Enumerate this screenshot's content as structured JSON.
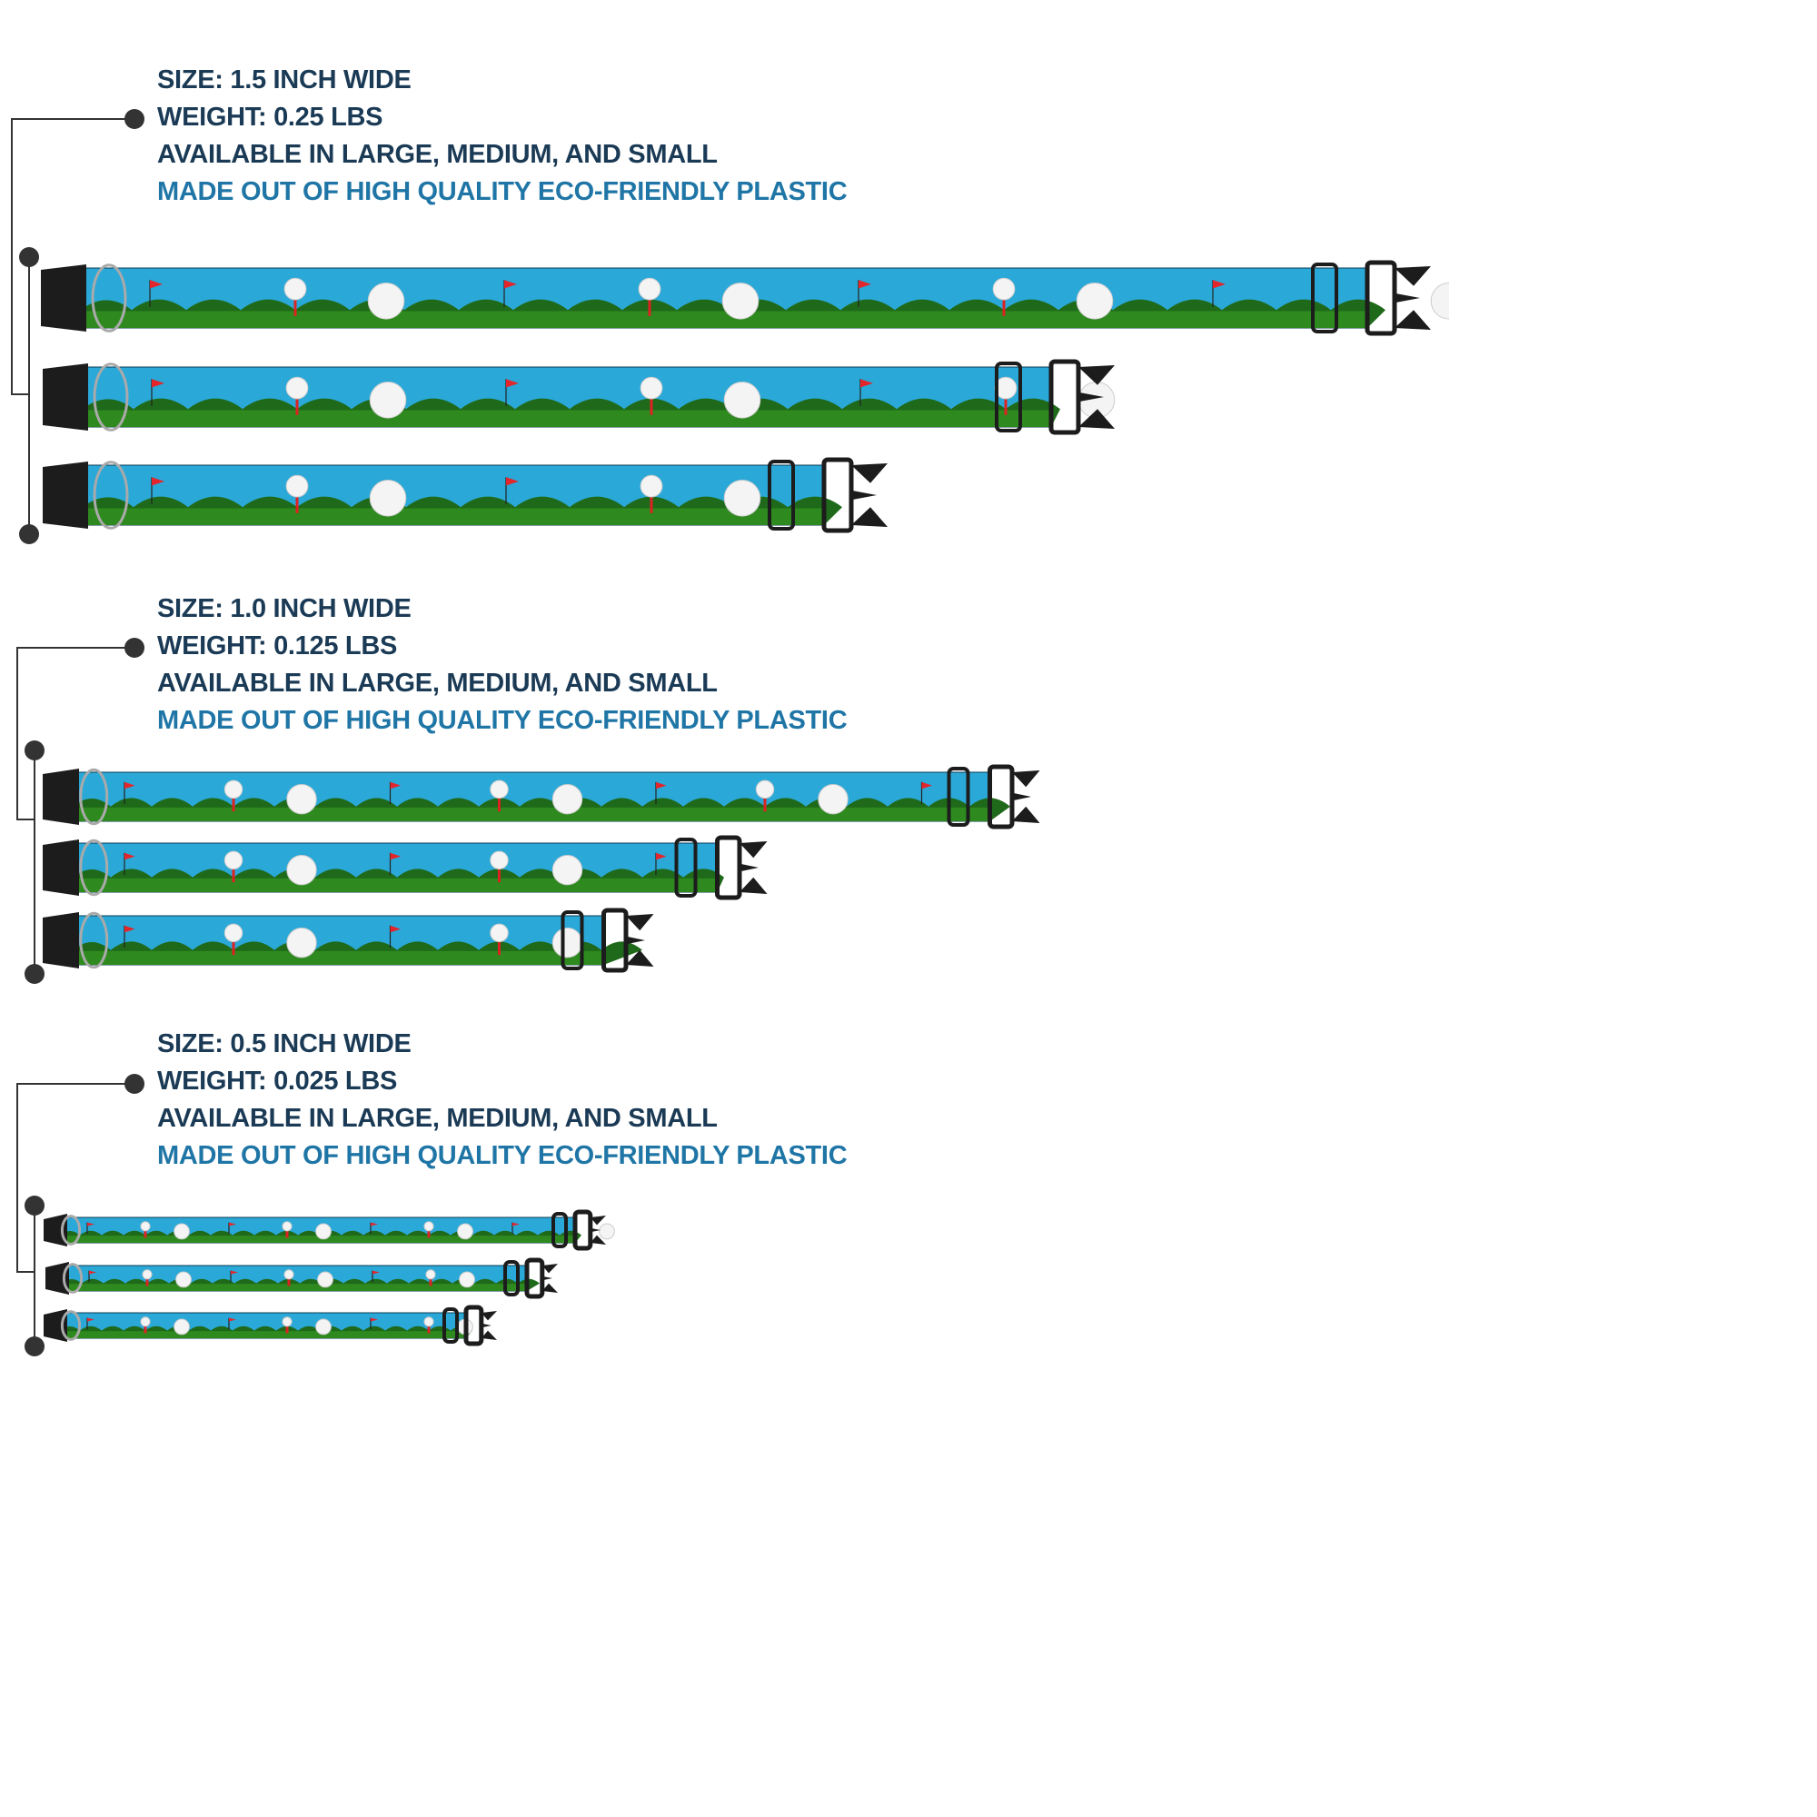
{
  "sections": [
    {
      "size": "SIZE: 1.5 INCH WIDE",
      "weight": "WEIGHT: 0.25 LBS",
      "availability": "AVAILABLE IN LARGE, MEDIUM, AND SMALL",
      "material": "MADE OUT OF HIGH QUALITY ECO-FRIENDLY PLASTIC"
    },
    {
      "size": "SIZE: 1.0 INCH WIDE",
      "weight": "WEIGHT: 0.125 LBS",
      "availability": "AVAILABLE IN LARGE, MEDIUM, AND SMALL",
      "material": "MADE OUT OF HIGH QUALITY ECO-FRIENDLY PLASTIC"
    },
    {
      "size": "SIZE: 0.5 INCH WIDE",
      "weight": "WEIGHT: 0.025 LBS",
      "availability": "AVAILABLE IN LARGE, MEDIUM, AND SMALL",
      "material": "MADE OUT OF HIGH QUALITY ECO-FRIENDLY PLASTIC"
    }
  ],
  "colors": {
    "heading_text": "#1a3a55",
    "eco_text": "#1f76a6",
    "sky": "#2aa8d8",
    "grass": "#2e8a1e",
    "hills": "#1f6a1a",
    "buckle": "#1c1c1c",
    "connector": "#333333"
  },
  "collar_pattern": [
    "golf-ball",
    "golf-ball-on-tee",
    "golf-flag",
    "grass-hills",
    "sky"
  ]
}
